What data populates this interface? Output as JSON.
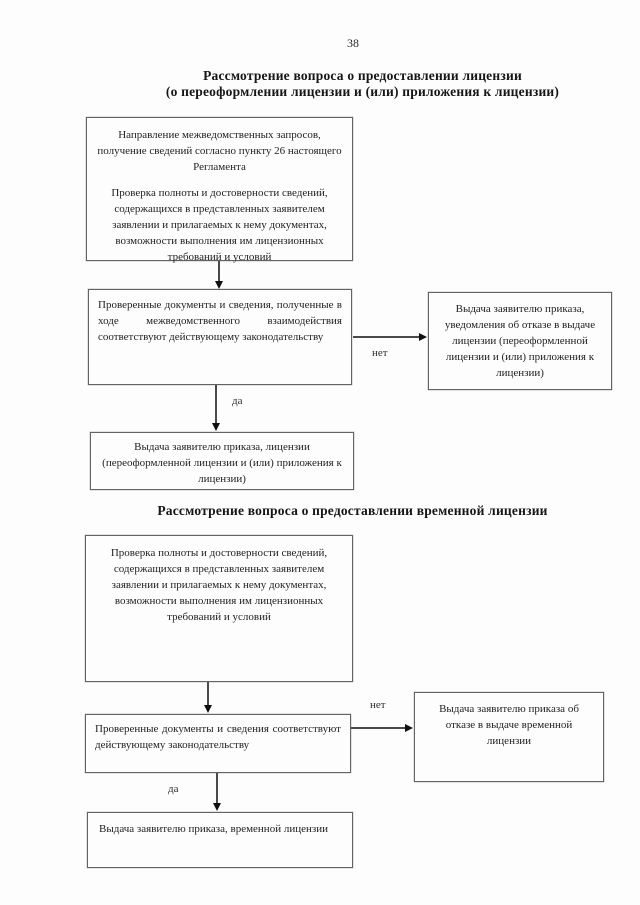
{
  "page_number": "38",
  "flowchart_license": {
    "title_line1": "Рассмотрение вопроса о предоставлении лицензии",
    "title_line2": "(о переоформлении лицензии и (или) приложения к лицензии)",
    "step_requests_para1": "Направление межведомственных запросов, получение сведений согласно пункту 26 настоящего Регламента",
    "step_requests_para2": "Проверка полноты и достоверности сведений, содержащихся в представленных заявителем заявлении и прилагаемых к нему документах, возможности выполнения им лицензионных требований и условий",
    "decision_compliance": "Проверенные документы и сведения, полученные в ходе межведомственного взаимодействия соответствуют действующему законодательству",
    "label_no": "нет",
    "label_yes": "да",
    "step_refusal": "Выдача заявителю приказа, уведомления об отказе в выдаче лицензии (переоформленной лицензии и (или) приложения к лицензии)",
    "step_issue": "Выдача заявителю приказа, лицензии (переоформленной лицензии и (или) приложения к лицензии)"
  },
  "flowchart_temporary_license": {
    "title": "Рассмотрение вопроса о предоставлении временной лицензии",
    "step_check": "Проверка полноты и достоверности сведений, содержащихся в представленных заявителем заявлении и прилагаемых к нему документах, возможности выполнения им лицензионных требований и условий",
    "decision_compliance": "Проверенные документы и сведения соответствуют действующему законодательству",
    "label_no": "нет",
    "label_yes": "да",
    "step_refusal": "Выдача заявителю приказа об отказе в выдаче временной лицензии",
    "step_issue": "Выдача заявителю приказа, временной лицензии"
  }
}
